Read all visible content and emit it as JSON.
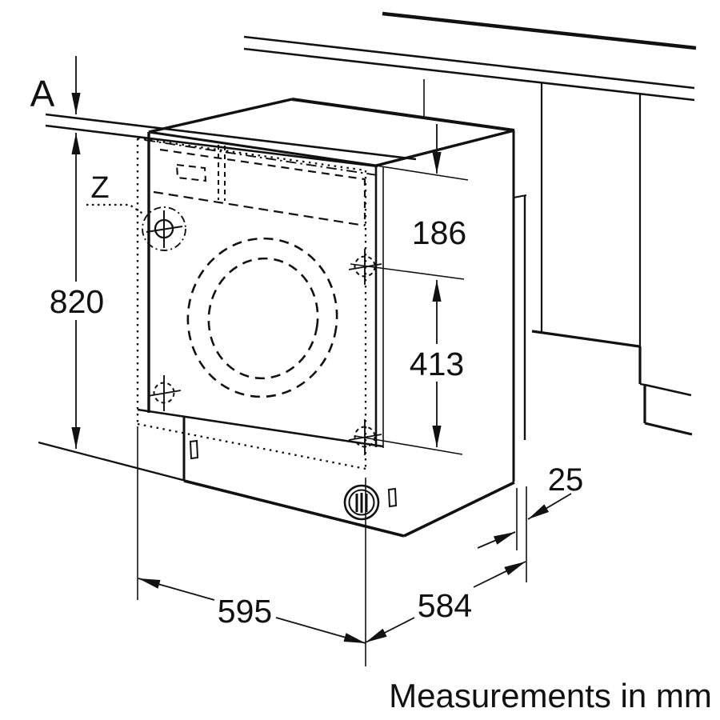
{
  "footer_note": "Measurements in mm",
  "callouts": {
    "worktop_gap": "A",
    "hinge_detail": "Z"
  },
  "dimensions_mm": {
    "niche_height": "820",
    "control_panel_height": "186",
    "door_hole_spacing": "413",
    "rear_clearance": "25",
    "appliance_width": "595",
    "appliance_depth": "584"
  },
  "colors": {
    "line": "#111111",
    "background": "#ffffff"
  }
}
